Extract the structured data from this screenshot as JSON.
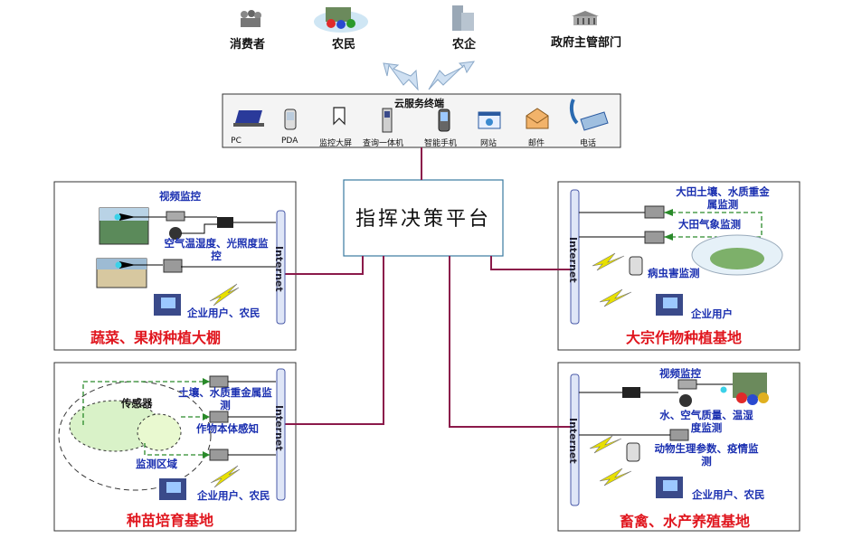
{
  "top": {
    "consumers": "消费者",
    "farmers": "农民",
    "enterprises": "农企",
    "government": "政府主管部门"
  },
  "cloud": {
    "title": "云服务终端",
    "devices": [
      "PC",
      "PDA",
      "监控大屏",
      "查询一体机",
      "智能手机",
      "网站",
      "邮件",
      "电话"
    ]
  },
  "center": {
    "title": "指挥决策平台"
  },
  "internet": "Internet",
  "greenhouse": {
    "title": "蔬菜、果树种植大棚",
    "video": "视频监控",
    "sensors": "空气温湿度、光照度监控",
    "users": "企业用户、农民"
  },
  "field": {
    "title": "大宗作物种植基地",
    "soil": "大田土壤、水质重金属监测",
    "weather": "大田气象监测",
    "pests": "病虫害监测",
    "users": "企业用户"
  },
  "nursery": {
    "title": "种苗培育基地",
    "soil": "土壤、水质重金属监测",
    "sensor": "传感器",
    "crop": "作物本体感知",
    "zone": "监测区域",
    "users": "企业用户、农民"
  },
  "livestock": {
    "title": "畜禽、水产养殖基地",
    "video": "视频监控",
    "env": "水、空气质量、温湿度监测",
    "animal": "动物生理参数、疫情监测",
    "users": "企业用户、农民"
  },
  "colors": {
    "link": "#8b1a4a",
    "label": "#1a2fb0",
    "title": "#e0161e",
    "dashed": "#2a8a2a"
  }
}
